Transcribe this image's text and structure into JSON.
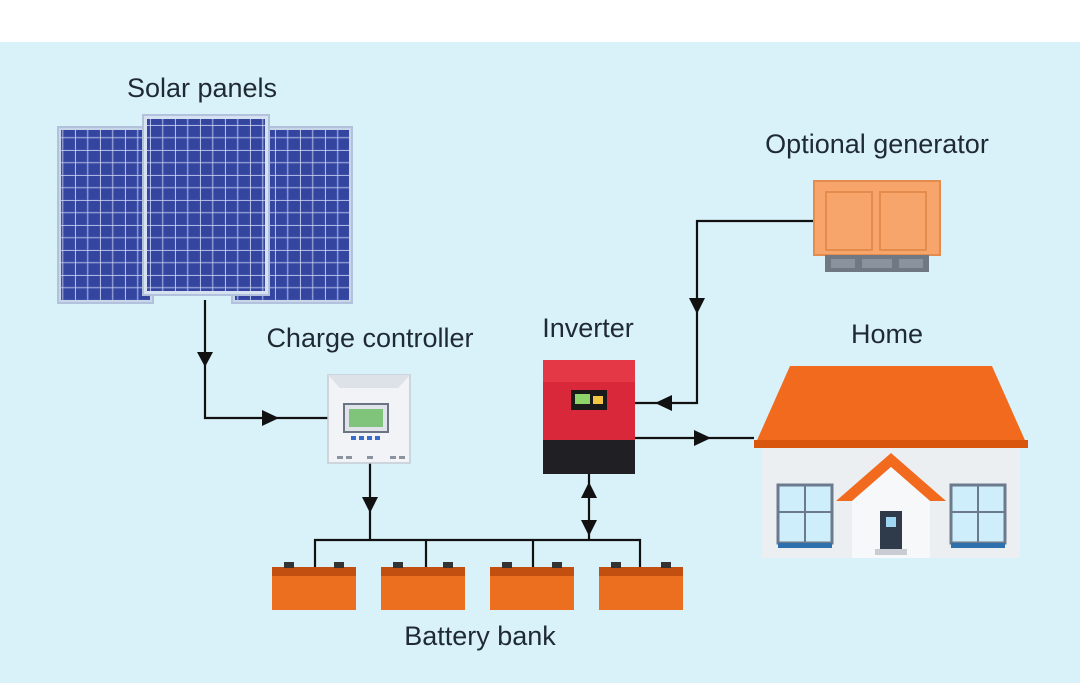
{
  "labels": {
    "solar_panels": "Solar panels",
    "optional_generator": "Optional generator",
    "charge_controller": "Charge controller",
    "inverter": "Inverter",
    "home": "Home",
    "battery_bank": "Battery bank"
  },
  "colors": {
    "background": "#d9f2fa",
    "panel_blue": "#2c3b95",
    "generator_orange": "#f7a56b",
    "inverter_red": "#d8283a",
    "inverter_black": "#1f1f24",
    "roof_orange": "#f26a1e",
    "battery_orange": "#ec6f1f",
    "wire": "#111111"
  }
}
